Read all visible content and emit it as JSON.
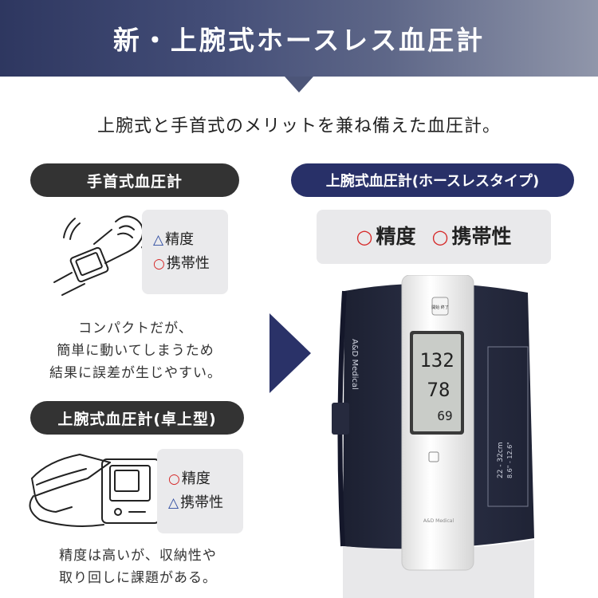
{
  "banner": {
    "title": "新・上腕式ホースレス血圧計"
  },
  "subtitle": "上腕式と手首式のメリットを兼ね備えた血圧計。",
  "left_top": {
    "label": "手首式血圧計",
    "items": [
      {
        "mark": "△",
        "text": "精度"
      },
      {
        "mark": "○",
        "text": "携帯性"
      }
    ],
    "desc_lines": [
      "コンパクトだが、",
      "簡単に動いてしまうため",
      "結果に誤差が生じやすい。"
    ]
  },
  "left_bottom": {
    "label": "上腕式血圧計(卓上型)",
    "items": [
      {
        "mark": "○",
        "text": "精度"
      },
      {
        "mark": "△",
        "text": "携帯性"
      }
    ],
    "desc_lines": [
      "精度は高いが、収納性や",
      "取り回しに課題がある。"
    ]
  },
  "right": {
    "label": "上腕式血圧計(ホースレスタイプ)",
    "items": [
      {
        "mark": "○",
        "text": "精度"
      },
      {
        "mark": "○",
        "text": "携帯性"
      }
    ]
  },
  "device": {
    "brand": "A&D Medical",
    "button_label": "開始 終了",
    "reading_sys": "132",
    "reading_dia": "78",
    "reading_pulse": "69",
    "cuff_size": "22 - 32cm",
    "cuff_size_in": "8.6\" - 12.6\""
  },
  "colors": {
    "banner": "#3a4369",
    "navy": "#283068",
    "dark_pill": "#333333",
    "circle": "#d62b2b",
    "triangle": "#2c4aa0"
  }
}
